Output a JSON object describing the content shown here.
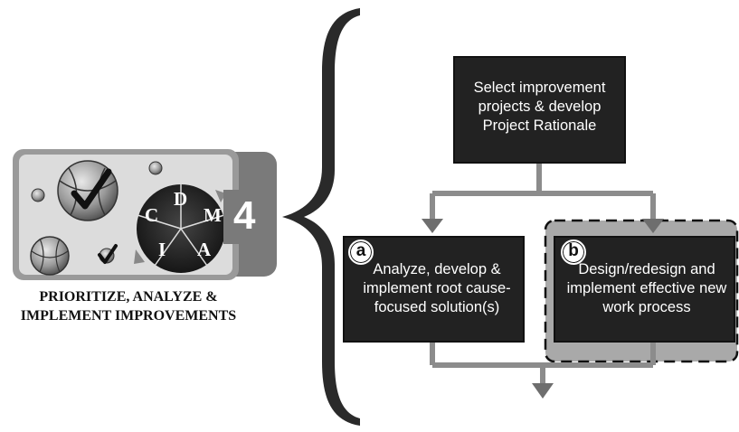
{
  "top_box": {
    "text": "Select improvement\nprojects & develop\nProject Rationale"
  },
  "box_a": {
    "badge": "a",
    "text": "Analyze, develop &\nimplement root cause-\nfocused solution(s)"
  },
  "box_b": {
    "badge": "b",
    "text": "Design/redesign and\nimplement effective new\nwork process"
  },
  "logo": {
    "step_number": "4",
    "letters": {
      "d": "D",
      "m": "M",
      "a": "A",
      "i": "I",
      "c": "C"
    },
    "caption": "PRIORITIZE, ANALYZE &\nIMPLEMENT IMPROVEMENTS"
  },
  "colors": {
    "box_fill": "#222222",
    "connector": "#8c8c8c",
    "highlight_fill": "#a9a9a9",
    "brace": "#2a2a2a"
  }
}
